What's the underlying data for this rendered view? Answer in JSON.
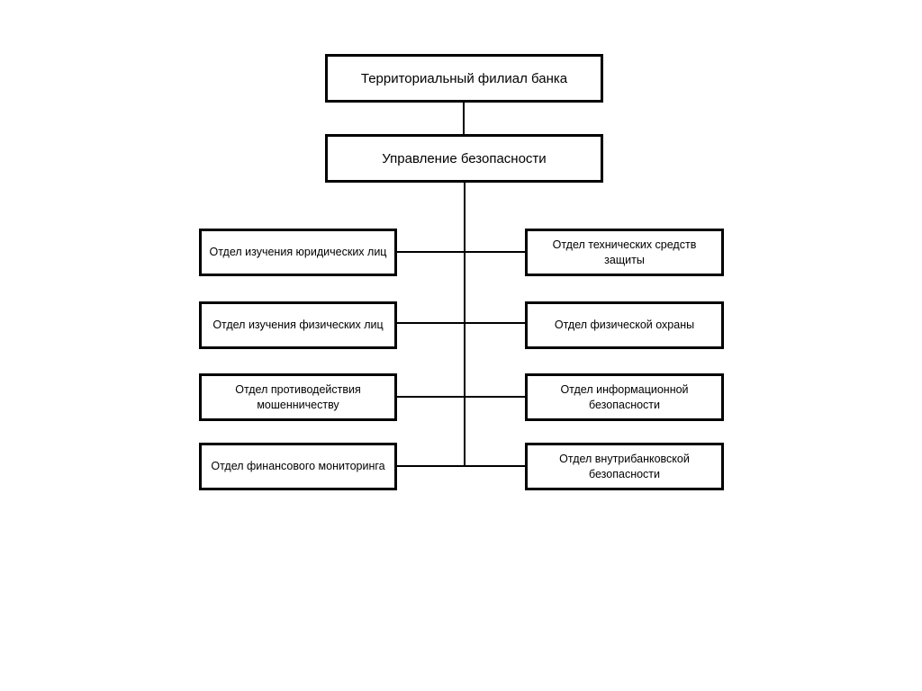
{
  "org_chart": {
    "root": {
      "label": "Территориальный филиал банка"
    },
    "security_division": {
      "label": "Управление безопасности"
    },
    "left_departments": [
      {
        "label": "Отдел изучения юридических лиц"
      },
      {
        "label": "Отдел изучения физических лиц"
      },
      {
        "label": "Отдел противодействия мошенничеству"
      },
      {
        "label": "Отдел финансового мониторинга"
      }
    ],
    "right_departments": [
      {
        "label": "Отдел технических средств защиты"
      },
      {
        "label": "Отдел физической охраны"
      },
      {
        "label": "Отдел информационной безопасности"
      },
      {
        "label": "Отдел внутрибанковской безопасности"
      }
    ]
  },
  "colors": {
    "background": "#ffffff",
    "box_border": "#000000",
    "connector": "#000000",
    "text": "#000000"
  }
}
